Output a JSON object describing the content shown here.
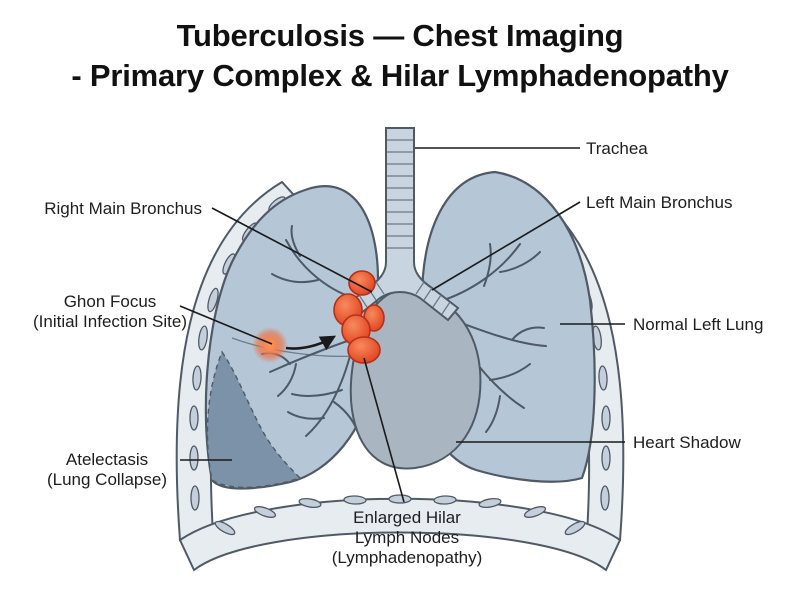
{
  "title": {
    "line1": "Tuberculosis — Chest Imaging",
    "line2": "- Primary Complex & Hilar Lymphadenopathy"
  },
  "labels": {
    "trachea": "Trachea",
    "right_main_bronchus": "Right Main Bronchus",
    "left_main_bronchus": "Left Main Bronchus",
    "ghon_focus_line1": "Ghon Focus",
    "ghon_focus_line2": "(Initial Infection Site)",
    "normal_left_lung": "Normal Left Lung",
    "atelectasis_line1": "Atelectasis",
    "atelectasis_line2": "(Lung Collapse)",
    "heart_shadow": "Heart Shadow",
    "hilar_nodes_line1": "Enlarged Hilar",
    "hilar_nodes_line2": "Lymph Nodes",
    "hilar_nodes_line3": "(Lymphadenopathy)"
  },
  "colors": {
    "lung_fill": "#b5c6d6",
    "lung_stroke": "#4f5a66",
    "collapse_fill": "#7c92a9",
    "heart_fill": "#a9b5c1",
    "rib_fill": "#e7ecf1",
    "node_fill": "#ee5a34",
    "ghon_glow": "#f36a3e",
    "leader": "#1a1a1a"
  }
}
